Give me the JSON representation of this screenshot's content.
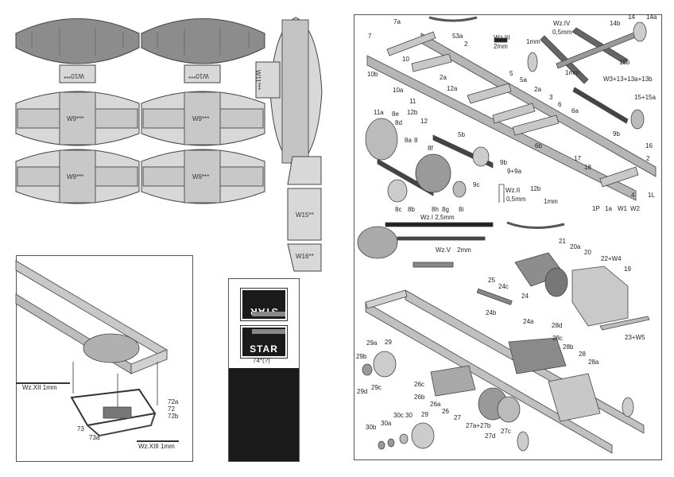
{
  "sheet_parts": {
    "w10_a": "W10***",
    "w10_b": "W10***",
    "w11": "W11***",
    "w9": [
      "W9***",
      "W9***",
      "W9***",
      "W9***"
    ],
    "w15": "W15**",
    "w16": "W16**"
  },
  "frame_diagram": {
    "labels": [
      "Wz.XII  1mm",
      "72a",
      "72",
      "72b",
      "73",
      "73a",
      "Wz.XIII  1mm"
    ]
  },
  "star_box": {
    "plate_text_flipped": "STAR",
    "plate_text": "STAR",
    "caption": "74*(?)"
  },
  "chassis_diagram": {
    "labels": [
      "7a",
      "7",
      "53a",
      "2",
      "Wz.III",
      "2mm",
      "Wz.IV",
      "0,5mm",
      "14",
      "14a",
      "14b",
      "1mm",
      "15b",
      "1mm",
      "W3+13+13a+13b",
      "10",
      "10b",
      "10a",
      "2a",
      "12a",
      "11",
      "11a",
      "8e",
      "12b",
      "12",
      "5",
      "5a",
      "2a",
      "3",
      "6",
      "6a",
      "15+15a",
      "8d",
      "5b",
      "6b",
      "9b",
      "16",
      "8a",
      "8",
      "8f",
      "17",
      "18",
      "2",
      "9b",
      "9+9a",
      "9c",
      "12b",
      "Wz.II",
      "0,5mm",
      "1mm",
      "1P",
      "1a",
      "W1",
      "W2",
      "4",
      "1L",
      "8c",
      "8b",
      "8h",
      "8g",
      "8i",
      "Wz.I  2,5mm",
      "Wz.V",
      "2mm",
      "21",
      "20a",
      "20",
      "22+W4",
      "19",
      "25",
      "24c",
      "24",
      "24b",
      "24a",
      "28d",
      "28c",
      "28b",
      "28",
      "28a",
      "23+W5",
      "29a",
      "29",
      "29b",
      "29d",
      "29c",
      "26c",
      "26b",
      "26a",
      "26",
      "27",
      "27a+27b",
      "27d",
      "27c",
      "30b",
      "30a",
      "30c",
      "30",
      "29"
    ]
  }
}
